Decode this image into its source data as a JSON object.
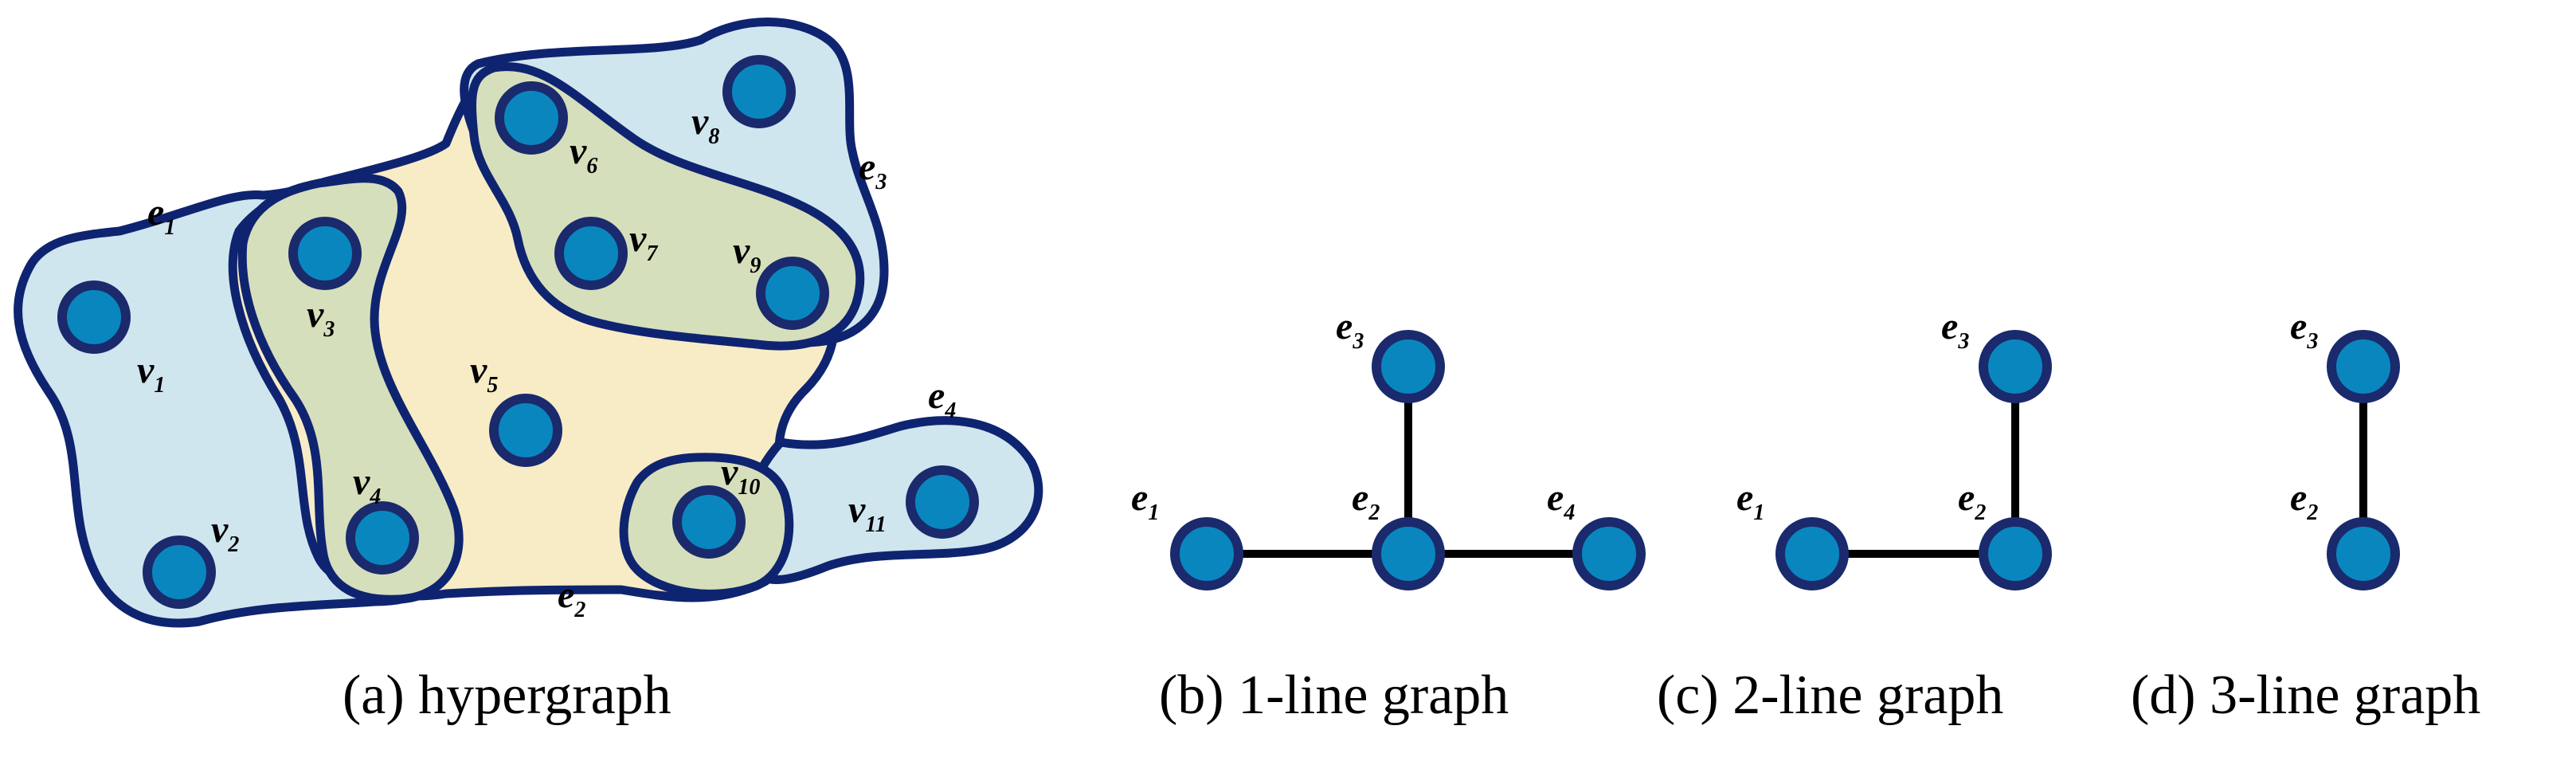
{
  "hypergraph": {
    "vertices": [
      {
        "id": "v1",
        "base": "v",
        "sub": "1"
      },
      {
        "id": "v2",
        "base": "v",
        "sub": "2"
      },
      {
        "id": "v3",
        "base": "v",
        "sub": "3"
      },
      {
        "id": "v4",
        "base": "v",
        "sub": "4"
      },
      {
        "id": "v5",
        "base": "v",
        "sub": "5"
      },
      {
        "id": "v6",
        "base": "v",
        "sub": "6"
      },
      {
        "id": "v7",
        "base": "v",
        "sub": "7"
      },
      {
        "id": "v8",
        "base": "v",
        "sub": "8"
      },
      {
        "id": "v9",
        "base": "v",
        "sub": "9"
      },
      {
        "id": "v10",
        "base": "v",
        "sub": "10"
      },
      {
        "id": "v11",
        "base": "v",
        "sub": "11"
      }
    ],
    "hyperedges": [
      {
        "id": "e1",
        "base": "e",
        "sub": "1",
        "members": [
          "v1",
          "v2",
          "v3",
          "v4"
        ],
        "color": "#cfe6ef"
      },
      {
        "id": "e2",
        "base": "e",
        "sub": "2",
        "members": [
          "v3",
          "v4",
          "v5",
          "v6",
          "v7",
          "v9",
          "v10"
        ],
        "color": "#f7ecc6"
      },
      {
        "id": "e3",
        "base": "e",
        "sub": "3",
        "members": [
          "v6",
          "v7",
          "v8",
          "v9"
        ],
        "color": "#cfe6ef"
      },
      {
        "id": "e4",
        "base": "e",
        "sub": "4",
        "members": [
          "v10",
          "v11"
        ],
        "color": "#cfe6ef"
      }
    ],
    "overlap_color": "#d6dfbc",
    "node_color": "#0a86bf",
    "outline_color": "#0f2470"
  },
  "line_graphs": [
    {
      "id": "b",
      "nodes": [
        {
          "id": "e1",
          "base": "e",
          "sub": "1"
        },
        {
          "id": "e2",
          "base": "e",
          "sub": "2"
        },
        {
          "id": "e3",
          "base": "e",
          "sub": "3"
        },
        {
          "id": "e4",
          "base": "e",
          "sub": "4"
        }
      ],
      "edges": [
        [
          "e1",
          "e2"
        ],
        [
          "e2",
          "e3"
        ],
        [
          "e2",
          "e4"
        ]
      ]
    },
    {
      "id": "c",
      "nodes": [
        {
          "id": "e1",
          "base": "e",
          "sub": "1"
        },
        {
          "id": "e2",
          "base": "e",
          "sub": "2"
        },
        {
          "id": "e3",
          "base": "e",
          "sub": "3"
        }
      ],
      "edges": [
        [
          "e1",
          "e2"
        ],
        [
          "e2",
          "e3"
        ]
      ]
    },
    {
      "id": "d",
      "nodes": [
        {
          "id": "e2",
          "base": "e",
          "sub": "2"
        },
        {
          "id": "e3",
          "base": "e",
          "sub": "3"
        }
      ],
      "edges": [
        [
          "e2",
          "e3"
        ]
      ]
    }
  ],
  "captions": {
    "a": "(a) hypergraph",
    "b": "(b) 1-line graph",
    "c": "(c) 2-line graph",
    "d": "(d) 3-line graph"
  }
}
